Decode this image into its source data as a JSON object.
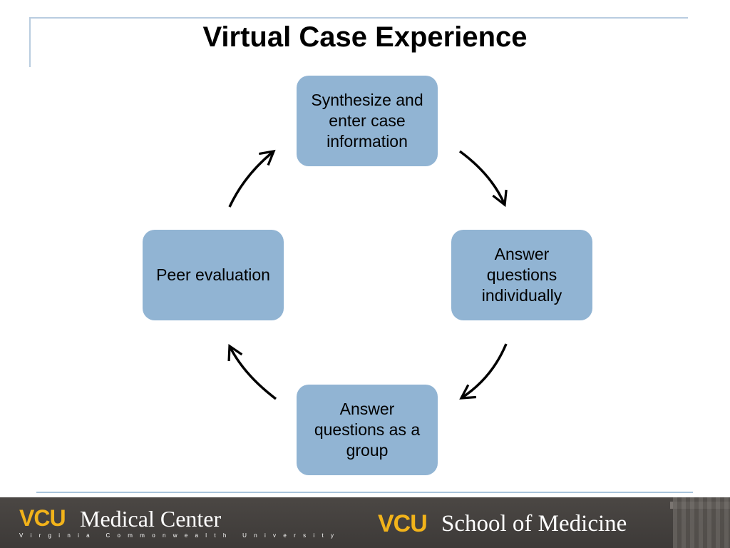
{
  "title": "Virtual Case Experience",
  "cycle": {
    "nodes": [
      {
        "id": "top",
        "label": "Synthesize and enter case information"
      },
      {
        "id": "right",
        "label": "Answer questions individually"
      },
      {
        "id": "bottom",
        "label": "Answer questions as a group"
      },
      {
        "id": "left",
        "label": "Peer evaluation"
      }
    ],
    "node_color": "#91b4d3",
    "direction": "clockwise"
  },
  "footer": {
    "left_logo": {
      "mark": "VCU",
      "name": "Medical Center",
      "subtitle": "Virginia Commonwealth University"
    },
    "right_logo": {
      "mark": "VCU",
      "name": "School of Medicine"
    },
    "mark_color": "#f2b31a"
  }
}
